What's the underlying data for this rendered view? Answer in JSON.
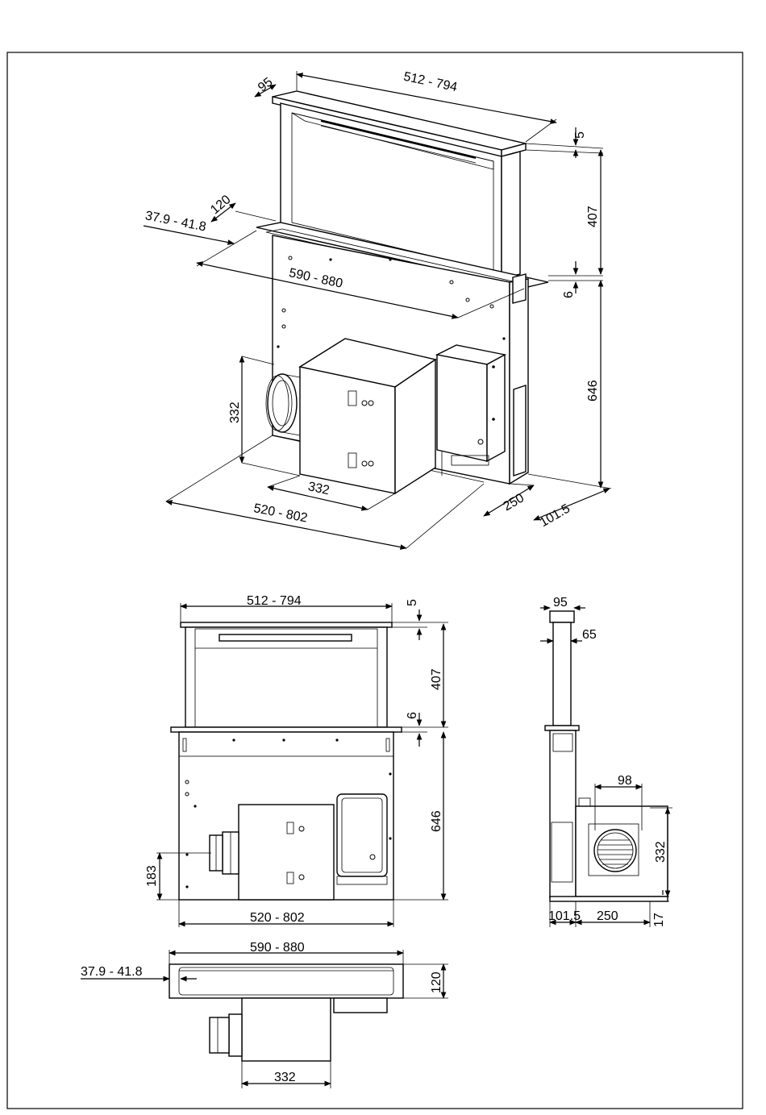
{
  "iso_view": {
    "depth_top": "95",
    "width_top": "512  -  794",
    "thickness_top": "5",
    "height_upper": "407",
    "gap": "6",
    "height_lower": "646",
    "cutout_depth": "120",
    "worktop_offset": "37.9  -  41.8",
    "cutout_width": "590  -  880",
    "motor_height": "332",
    "motor_width": "332",
    "base_width": "520  -  802",
    "base_depth": "250",
    "back_offset": "101.5"
  },
  "front_view": {
    "width_top": "512  -  794",
    "thickness_top": "5",
    "height_upper": "407",
    "gap": "6",
    "height_lower": "646",
    "outlet_height": "183",
    "base_width": "520  -  802"
  },
  "side_view": {
    "top_depth": "95",
    "panel_depth": "65",
    "outlet_diameter": "98",
    "motor_height": "332",
    "back_offset": "101.5",
    "base_depth": "250",
    "bottom_offset": "17"
  },
  "top_view": {
    "cutout_width": "590  -  880",
    "worktop_offset": "37.9  -  41.8",
    "cutout_depth": "120",
    "motor_width": "332"
  }
}
